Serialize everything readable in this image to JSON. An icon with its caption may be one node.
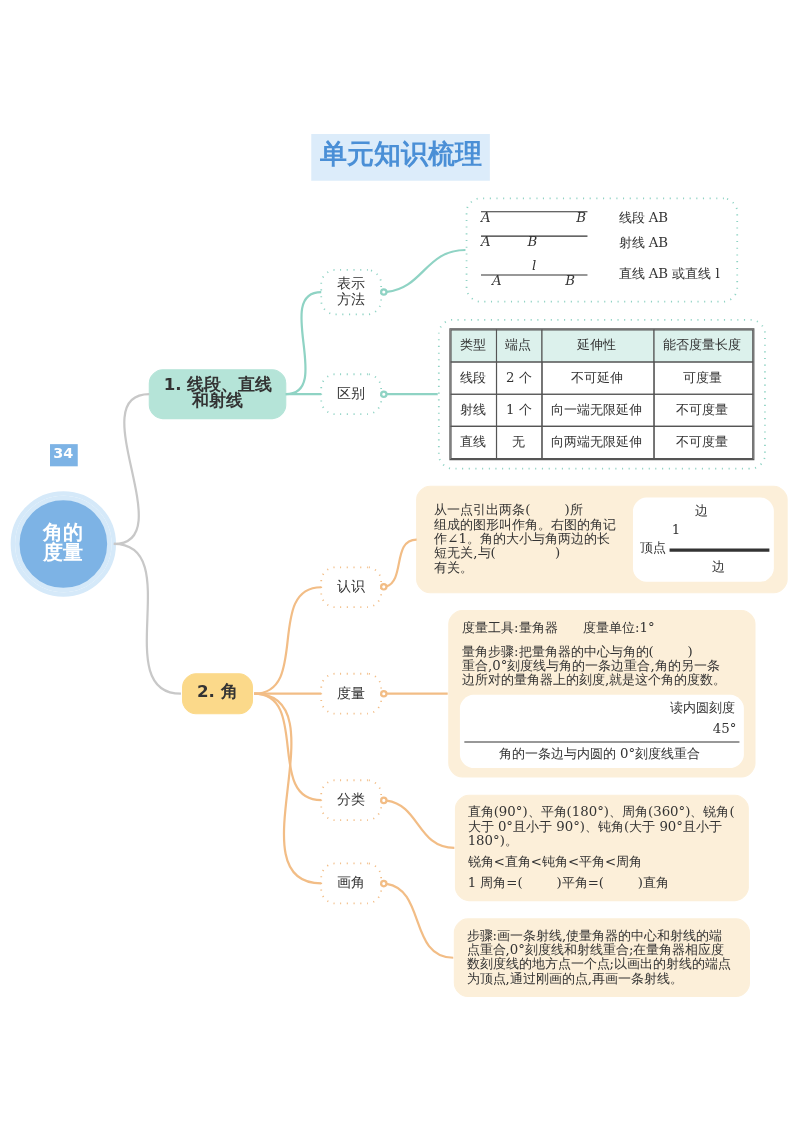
{
  "diagram": {
    "title": "单元知识梳理",
    "nodes": [
      {
        "text": [
          "角的度量"
        ]
      },
      {
        "text": [
          "1. 线段、直线和射线"
        ]
      },
      {
        "text": [
          "表示方法"
        ]
      },
      {
        "text": [
          "A",
          "B",
          "线段 AB",
          "A",
          "B",
          "射线 AB",
          "l",
          "A",
          "B",
          "直线 AB 或直线 l"
        ]
      },
      {
        "text": [
          "区别"
        ]
      },
      {
        "text": [
          "类型",
          "端点",
          "延伸性",
          "能否度量长度",
          "线段",
          "2 个",
          "不可延伸",
          "可度量",
          "射线",
          "1 个",
          "向一端无限延伸",
          "不可度量",
          "直线",
          "无",
          "向两端无限延伸",
          "不可度量"
        ]
      },
      {
        "text": [
          "2. 角"
        ]
      },
      {
        "text": [
          "认识"
        ]
      },
      {
        "text": [
          "从一点引出两条(        )所组成的图形叫作角。右图的角记作∠1。角的大小与角两边的长短无关,与(              )有关。",
          "边",
          "1",
          "顶点",
          "边"
        ]
      },
      {
        "text": [
          "度量"
        ]
      },
      {
        "text": [
          "度量工具:量角器",
          "度量单位:1°",
          "量角步骤:把量角器的中心与角的(        )重合,0°刻度线与角的一条边重合,角的另一条边所对的量角器上的刻度,就是这个角的度数。",
          "读内圆刻度",
          "45°",
          "角的一条边与内圆的 0°刻度线重合"
        ]
      },
      {
        "text": [
          "分类"
        ]
      },
      {
        "text": [
          "直角(90°)、平角(180°)、周角(360°)、锐角(大于 0°且小于 90°)、钝角(大于 90°且小于 180°)。",
          "锐角<直角<钝角<平角<周角",
          "1 周角=(        )平角=(        )直角"
        ]
      },
      {
        "text": [
          "画角"
        ]
      },
      {
        "text": [
          "步骤:画一条射线,使量角器的中心和射线的端点重合,0°刻度线和射线重合;在量角器相应度数刻度线的地方点一个点;以画出的射线的端点为顶点,通过刚画的点,再画一条射线。"
        ]
      }
    ],
    "edges": [
      {
        "from": 0,
        "to": 1,
        "arrow": "none",
        "color": "#c8c8c8"
      },
      {
        "from": 1,
        "to": 2,
        "arrow": "none",
        "color": "#8fd3c4"
      },
      {
        "from": 2,
        "to": 3,
        "arrow": "other",
        "color": "#8fd3c4"
      },
      {
        "from": 1,
        "to": 4,
        "arrow": "none",
        "color": "#8fd3c4"
      },
      {
        "from": 4,
        "to": 5,
        "arrow": "other",
        "color": "#8fd3c4"
      },
      {
        "from": 0,
        "to": 6,
        "arrow": "none",
        "color": "#c8c8c8"
      },
      {
        "from": 6,
        "to": 7,
        "arrow": "none"
      },
      {
        "from": 7,
        "to": 8,
        "arrow": "other"
      },
      {
        "from": 6,
        "to": 9,
        "arrow": "none"
      },
      {
        "from": 9,
        "to": 10,
        "arrow": "other"
      },
      {
        "from": 6,
        "to": 11,
        "arrow": "none"
      },
      {
        "from": 11,
        "to": 12,
        "arrow": "other"
      },
      {
        "from": 6,
        "to": 13,
        "arrow": "none"
      },
      {
        "from": 13,
        "to": 14,
        "arrow": "other"
      }
    ],
    "labels": [
      "34"
    ]
  }
}
